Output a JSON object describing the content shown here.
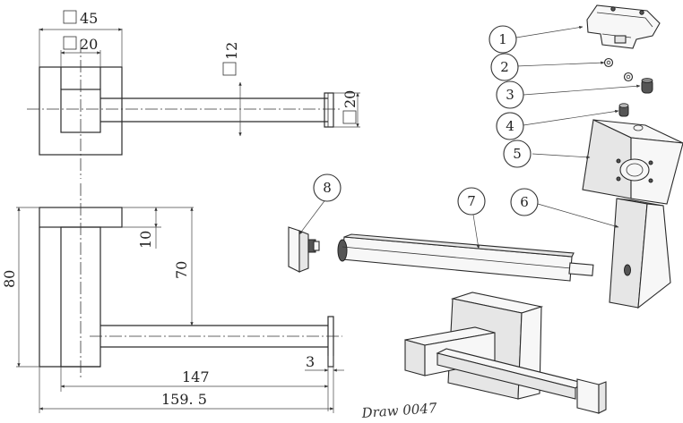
{
  "dimensions": {
    "square_45": "45",
    "square_20_top": "20",
    "square_12": "12",
    "square_20_end": "20",
    "height_80": "80",
    "flange_10": "10",
    "drop_70": "70",
    "gap_3": "3",
    "length_147": "147",
    "length_159_5": "159. 5"
  },
  "parts": [
    "1",
    "2",
    "3",
    "4",
    "5",
    "6",
    "7",
    "8"
  ],
  "note": "Draw 0047"
}
